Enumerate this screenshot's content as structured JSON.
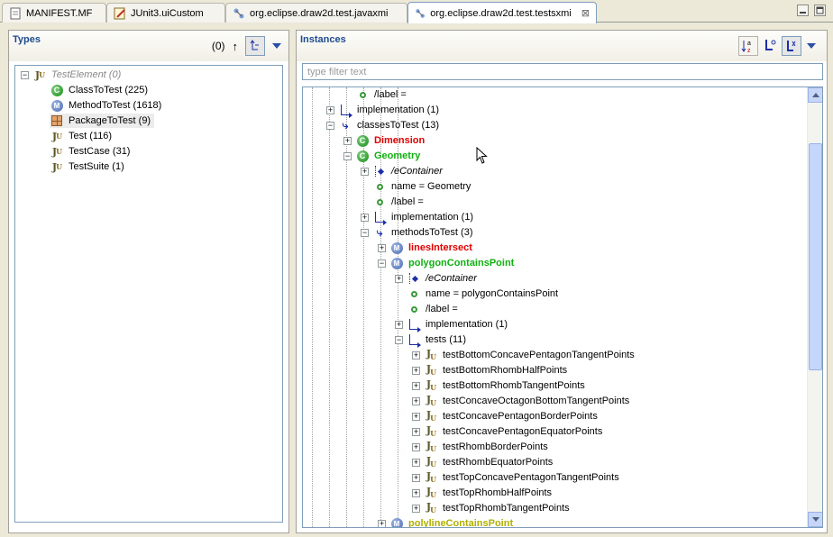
{
  "tabs": [
    {
      "label": "MANIFEST.MF",
      "icon": "manifest-icon",
      "active": false
    },
    {
      "label": "JUnit3.uiCustom",
      "icon": "edit-file-icon",
      "active": false
    },
    {
      "label": "org.eclipse.draw2d.test.javaxmi",
      "icon": "model-file-icon",
      "active": false
    },
    {
      "label": "org.eclipse.draw2d.test.testsxmi",
      "icon": "model-file-icon",
      "active": true,
      "close": "⊠"
    }
  ],
  "types": {
    "title": "Types",
    "count": "(0)",
    "tree": [
      {
        "label": "TestElement (0)",
        "icon": "junit-icon",
        "expand": "−",
        "italic": true,
        "indent": 0
      },
      {
        "label": "ClassToTest (225)",
        "icon": "class-icon",
        "indent": 1
      },
      {
        "label": "MethodToTest (1618)",
        "icon": "method-icon",
        "indent": 1
      },
      {
        "label": "PackageToTest (9)",
        "icon": "package-icon",
        "indent": 1,
        "selected": true
      },
      {
        "label": "Test (116)",
        "icon": "junit-icon",
        "indent": 1
      },
      {
        "label": "TestCase (31)",
        "icon": "junit-icon",
        "indent": 1
      },
      {
        "label": "TestSuite (1)",
        "icon": "junit-icon",
        "indent": 1
      }
    ]
  },
  "instances": {
    "title": "Instances",
    "filter_placeholder": "type filter text",
    "rows": [
      {
        "label": "/label =",
        "icon": "attr",
        "level": 1,
        "expand": ""
      },
      {
        "label": "implementation (1)",
        "icon": "ref",
        "level": 0,
        "expand": "+"
      },
      {
        "label": "classesToTest (13)",
        "icon": "cont",
        "level": 0,
        "expand": "−"
      },
      {
        "label": "Dimension",
        "icon": "class",
        "level": 1,
        "expand": "+",
        "style": "red"
      },
      {
        "label": "Geometry",
        "icon": "class",
        "level": 1,
        "expand": "−",
        "style": "green"
      },
      {
        "label": "/eContainer",
        "icon": "econt",
        "level": 2,
        "expand": "+",
        "style": "italic"
      },
      {
        "label": "name = Geometry",
        "icon": "attr",
        "level": 2,
        "expand": ""
      },
      {
        "label": "/label =",
        "icon": "attr",
        "level": 2,
        "expand": ""
      },
      {
        "label": "implementation (1)",
        "icon": "ref",
        "level": 2,
        "expand": "+"
      },
      {
        "label": "methodsToTest (3)",
        "icon": "cont",
        "level": 2,
        "expand": "−"
      },
      {
        "label": "linesIntersect",
        "icon": "method",
        "level": 3,
        "expand": "+",
        "style": "red"
      },
      {
        "label": "polygonContainsPoint",
        "icon": "method",
        "level": 3,
        "expand": "−",
        "style": "green"
      },
      {
        "label": "/eContainer",
        "icon": "econt",
        "level": 4,
        "expand": "+",
        "style": "italic"
      },
      {
        "label": "name = polygonContainsPoint",
        "icon": "attr",
        "level": 4,
        "expand": ""
      },
      {
        "label": "/label =",
        "icon": "attr",
        "level": 4,
        "expand": ""
      },
      {
        "label": "implementation (1)",
        "icon": "ref",
        "level": 4,
        "expand": "+"
      },
      {
        "label": "tests (11)",
        "icon": "ref",
        "level": 4,
        "expand": "−"
      },
      {
        "label": "testBottomConcavePentagonTangentPoints",
        "icon": "junit",
        "level": 5,
        "expand": "+"
      },
      {
        "label": "testBottomRhombHalfPoints",
        "icon": "junit",
        "level": 5,
        "expand": "+"
      },
      {
        "label": "testBottomRhombTangentPoints",
        "icon": "junit",
        "level": 5,
        "expand": "+"
      },
      {
        "label": "testConcaveOctagonBottomTangentPoints",
        "icon": "junit",
        "level": 5,
        "expand": "+"
      },
      {
        "label": "testConcavePentagonBorderPoints",
        "icon": "junit",
        "level": 5,
        "expand": "+"
      },
      {
        "label": "testConcavePentagonEquatorPoints",
        "icon": "junit",
        "level": 5,
        "expand": "+"
      },
      {
        "label": "testRhombBorderPoints",
        "icon": "junit",
        "level": 5,
        "expand": "+"
      },
      {
        "label": "testRhombEquatorPoints",
        "icon": "junit",
        "level": 5,
        "expand": "+"
      },
      {
        "label": "testTopConcavePentagonTangentPoints",
        "icon": "junit",
        "level": 5,
        "expand": "+"
      },
      {
        "label": "testTopRhombHalfPoints",
        "icon": "junit",
        "level": 5,
        "expand": "+"
      },
      {
        "label": "testTopRhombTangentPoints",
        "icon": "junit",
        "level": 5,
        "expand": "+"
      },
      {
        "label": "polylineContainsPoint",
        "icon": "method",
        "level": 3,
        "expand": "+",
        "style": "olive"
      }
    ]
  },
  "colors": {
    "panel_title": "#1f4b8f",
    "red_item": "#e00000",
    "green_item": "#10b010",
    "olive_item": "#b0b000"
  }
}
